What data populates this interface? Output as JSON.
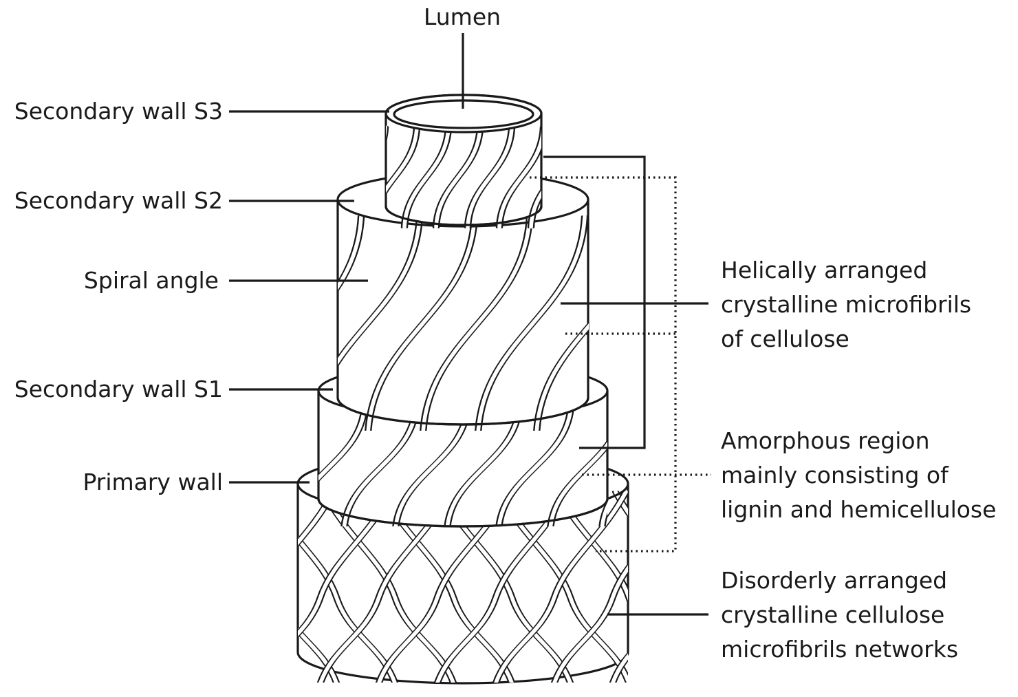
{
  "diagram": {
    "labels": {
      "lumen": "Lumen",
      "s3": "Secondary wall S3",
      "s2": "Secondary wall S2",
      "spiral_angle": "Spiral angle",
      "s1": "Secondary wall S1",
      "primary_wall": "Primary wall",
      "helical": [
        "Helically arranged",
        "crystalline microfibrils",
        "of cellulose"
      ],
      "amorphous": [
        "Amorphous region",
        "mainly consisting of",
        "lignin and hemicellulose"
      ],
      "disorderly": [
        "Disorderly arranged",
        "crystalline cellulose",
        "microfibrils networks"
      ]
    },
    "colors": {
      "ink": "#1a1a1a",
      "background": "#ffffff"
    }
  }
}
